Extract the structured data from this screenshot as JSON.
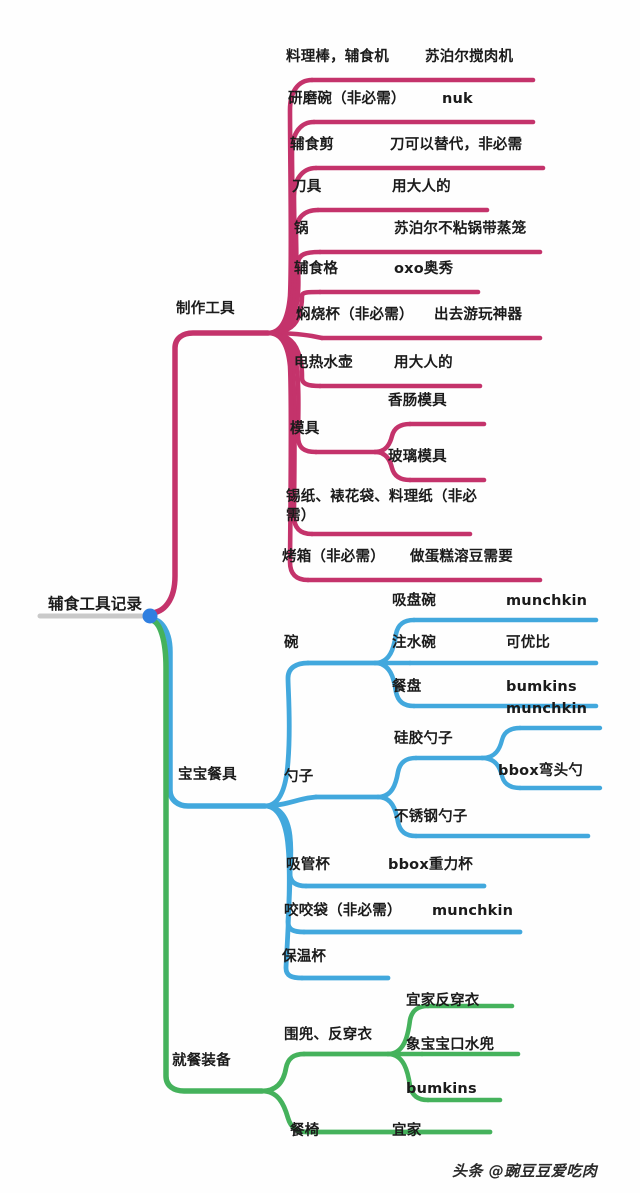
{
  "diagram": {
    "type": "mindmap",
    "root": {
      "label": "辅食工具记录",
      "dot_color": "#2f7fe0",
      "stem_color": "#c9c9c9"
    },
    "colors": {
      "branch_pink": "#c4336b",
      "branch_blue": "#42a8dd",
      "branch_green": "#45b25c",
      "text": "#1b1b1b",
      "background": "#fefefe"
    },
    "branches": [
      {
        "label": "制作工具",
        "color": "#c4336b",
        "children": [
          {
            "label": "料理棒，辅食机",
            "children": [
              {
                "label": "苏泊尔搅肉机"
              }
            ]
          },
          {
            "label": "研磨碗（非必需）",
            "children": [
              {
                "label": "nuk"
              }
            ]
          },
          {
            "label": "辅食剪",
            "children": [
              {
                "label": "刀可以替代，非必需"
              }
            ]
          },
          {
            "label": "刀具",
            "children": [
              {
                "label": "用大人的"
              }
            ]
          },
          {
            "label": "锅",
            "children": [
              {
                "label": "苏泊尔不粘锅带蒸笼"
              }
            ]
          },
          {
            "label": "辅食格",
            "children": [
              {
                "label": "oxo奥秀"
              }
            ]
          },
          {
            "label": "焖烧杯（非必需）",
            "children": [
              {
                "label": "出去游玩神器"
              }
            ]
          },
          {
            "label": "电热水壶",
            "children": [
              {
                "label": "用大人的"
              }
            ]
          },
          {
            "label": "模具",
            "children": [
              {
                "label": "香肠模具"
              },
              {
                "label": "玻璃模具"
              }
            ]
          },
          {
            "label": "锡纸、裱花袋、料理纸（非必需）",
            "children": []
          },
          {
            "label": "烤箱（非必需）",
            "children": [
              {
                "label": "做蛋糕溶豆需要"
              }
            ]
          }
        ]
      },
      {
        "label": "宝宝餐具",
        "color": "#42a8dd",
        "children": [
          {
            "label": "碗",
            "children": [
              {
                "label": "吸盘碗",
                "children": [
                  {
                    "label": "munchkin"
                  }
                ]
              },
              {
                "label": "注水碗",
                "children": [
                  {
                    "label": "可优比"
                  }
                ]
              },
              {
                "label": "餐盘",
                "children": [
                  {
                    "label": "bumkins"
                  }
                ]
              }
            ]
          },
          {
            "label": "勺子",
            "children": [
              {
                "label": "硅胶勺子",
                "children": [
                  {
                    "label": "munchkin"
                  },
                  {
                    "label": "bbox弯头勺"
                  }
                ]
              },
              {
                "label": "不锈钢勺子",
                "children": []
              }
            ]
          },
          {
            "label": "吸管杯",
            "children": [
              {
                "label": "bbox重力杯"
              }
            ]
          },
          {
            "label": "咬咬袋（非必需）",
            "children": [
              {
                "label": "munchkin"
              }
            ]
          },
          {
            "label": "保温杯",
            "children": []
          }
        ]
      },
      {
        "label": "就餐装备",
        "color": "#45b25c",
        "children": [
          {
            "label": "围兜、反穿衣",
            "children": [
              {
                "label": "宜家反穿衣"
              },
              {
                "label": "象宝宝口水兜"
              },
              {
                "label": "bumkins"
              }
            ]
          },
          {
            "label": "餐椅",
            "children": [
              {
                "label": "宜家"
              }
            ]
          }
        ]
      }
    ]
  },
  "watermark": {
    "text": "头条 @豌豆豆爱吃肉"
  },
  "labels": {
    "root": "辅食工具记录",
    "b1": "制作工具",
    "b2": "宝宝餐具",
    "b3": "就餐装备",
    "p1": "料理棒，辅食机",
    "p1a": "苏泊尔搅肉机",
    "p2": "研磨碗（非必需）",
    "p2a": "nuk",
    "p3": "辅食剪",
    "p3a": "刀可以替代，非必需",
    "p4": "刀具",
    "p4a": "用大人的",
    "p5": "锅",
    "p5a": "苏泊尔不粘锅带蒸笼",
    "p6": "辅食格",
    "p6a": "oxo奥秀",
    "p7": "焖烧杯（非必需）",
    "p7a": "出去游玩神器",
    "p8": "电热水壶",
    "p8a": "用大人的",
    "p9": "模具",
    "p9a": "香肠模具",
    "p9b": "玻璃模具",
    "p10": "锡纸、裱花袋、料理纸（非必需）",
    "p11": "烤箱（非必需）",
    "p11a": "做蛋糕溶豆需要",
    "c1": "碗",
    "c1a": "吸盘碗",
    "c1a1": "munchkin",
    "c1b": "注水碗",
    "c1b1": "可优比",
    "c1c": "餐盘",
    "c1c1": "bumkins",
    "c2": "勺子",
    "c2a": "硅胶勺子",
    "c2a1": "munchkin",
    "c2a2": "bbox弯头勺",
    "c2b": "不锈钢勺子",
    "c3": "吸管杯",
    "c3a": "bbox重力杯",
    "c4": "咬咬袋（非必需）",
    "c4a": "munchkin",
    "c5": "保温杯",
    "g1": "围兜、反穿衣",
    "g1a": "宜家反穿衣",
    "g1b": "象宝宝口水兜",
    "g1c": "bumkins",
    "g2": "餐椅",
    "g2a": "宜家"
  }
}
